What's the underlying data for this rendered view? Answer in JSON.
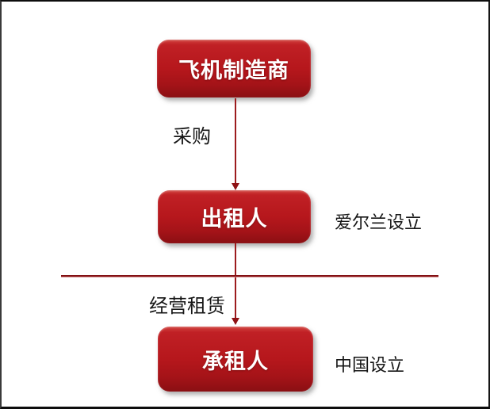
{
  "diagram": {
    "title": "aircraft-operating-lease-structure",
    "nodes": [
      {
        "id": "manufacturer",
        "label": "飞机制造商"
      },
      {
        "id": "lessor",
        "label": "出租人",
        "side_note": "爱尔兰设立"
      },
      {
        "id": "lessee",
        "label": "承租人",
        "side_note": "中国设立"
      }
    ],
    "edges": [
      {
        "from": "manufacturer",
        "to": "lessor",
        "label": "采购"
      },
      {
        "from": "lessor",
        "to": "lessee",
        "label": "经营租赁"
      }
    ],
    "colors": {
      "node_fill": "#b6171c",
      "node_fill_dark": "#8a0f13",
      "node_text": "#ffffff",
      "arrow": "#9c1b1e",
      "divider": "#8a1215",
      "label_text": "#161616",
      "frame": "#0d0d0d",
      "background": "#ffffff"
    }
  }
}
